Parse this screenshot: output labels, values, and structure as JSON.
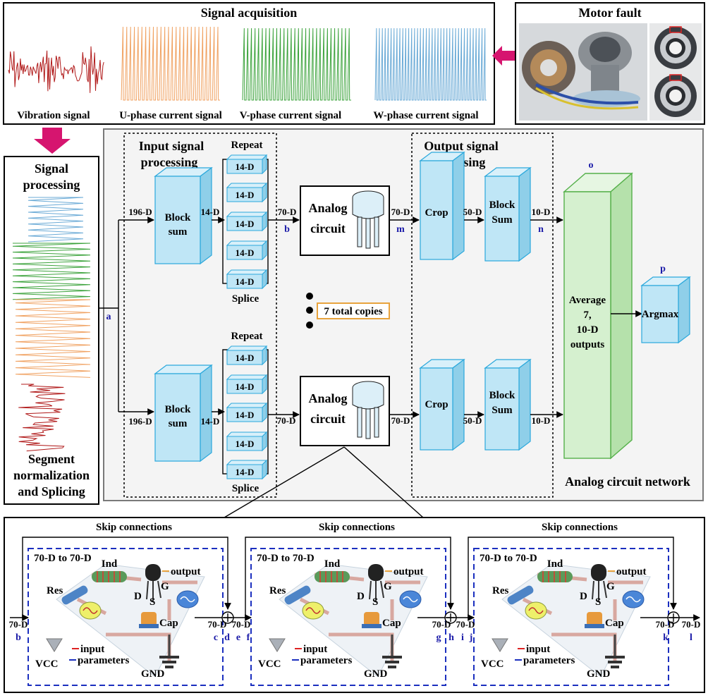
{
  "acquisition": {
    "title": "Signal acquisition",
    "signals": [
      "Vibration signal",
      "U-phase current signal",
      "V-phase current signal",
      "W-phase current signal"
    ],
    "colors": {
      "vibration": "#b01818",
      "u": "#f0a262",
      "v": "#3ca33c",
      "w": "#6aaad6"
    }
  },
  "motor": {
    "title": "Motor fault"
  },
  "processing": {
    "title_line1": "Signal",
    "title_line2": "processing",
    "caption_line1": "Segment",
    "caption_line2": "normalization",
    "caption_line3": "and Splicing"
  },
  "network": {
    "title": "Analog circuit network",
    "input_title_line1": "Input signal",
    "input_title_line2": "processing",
    "output_title_line1": "Output signal",
    "output_title_line2": "processing",
    "block_sum_line1": "Block",
    "block_sum_line2": "sum",
    "repeat": "Repeat",
    "splice": "Splice",
    "chunk": "14-D",
    "analog_line1": "Analog",
    "analog_line2": "circuit",
    "crop": "Crop",
    "block_sum_out_line1": "Block",
    "block_sum_out_line2": "Sum",
    "copies": "7 total copies",
    "average_line1": "Average",
    "average_line2": "7,",
    "average_line3": "10-D",
    "average_line4": "outputs",
    "argmax": "Argmax",
    "dims": {
      "d196": "196-D",
      "d14": "14-D",
      "d70": "70-D",
      "d50": "50-D",
      "d10": "10-D"
    },
    "points": {
      "a": "a",
      "b": "b",
      "m": "m",
      "n": "n",
      "o": "o",
      "p": "p"
    }
  },
  "detail": {
    "skip": "Skip connections",
    "module_title": "70-D to 70-D",
    "components": {
      "ind": "Ind",
      "res": "Res",
      "output": "output",
      "g": "G",
      "d": "D",
      "s": "S",
      "cap": "Cap",
      "vcc": "VCC",
      "gnd": "GND",
      "input": "input",
      "parameters": "parameters"
    },
    "dim": "70-D",
    "points": [
      "b",
      "c",
      "d",
      "e",
      "f",
      "g",
      "h",
      "i",
      "j",
      "k",
      "l"
    ]
  },
  "colors": {
    "box_blue": "#bfe6f6",
    "box_blue_edge": "#2ba8dc",
    "avg_green": "#d5f0cf",
    "avg_edge": "#55b04a",
    "arrow_pink": "#d6156f",
    "dash_blue": "#1b2fbf",
    "copies_edge": "#e8a33d"
  }
}
